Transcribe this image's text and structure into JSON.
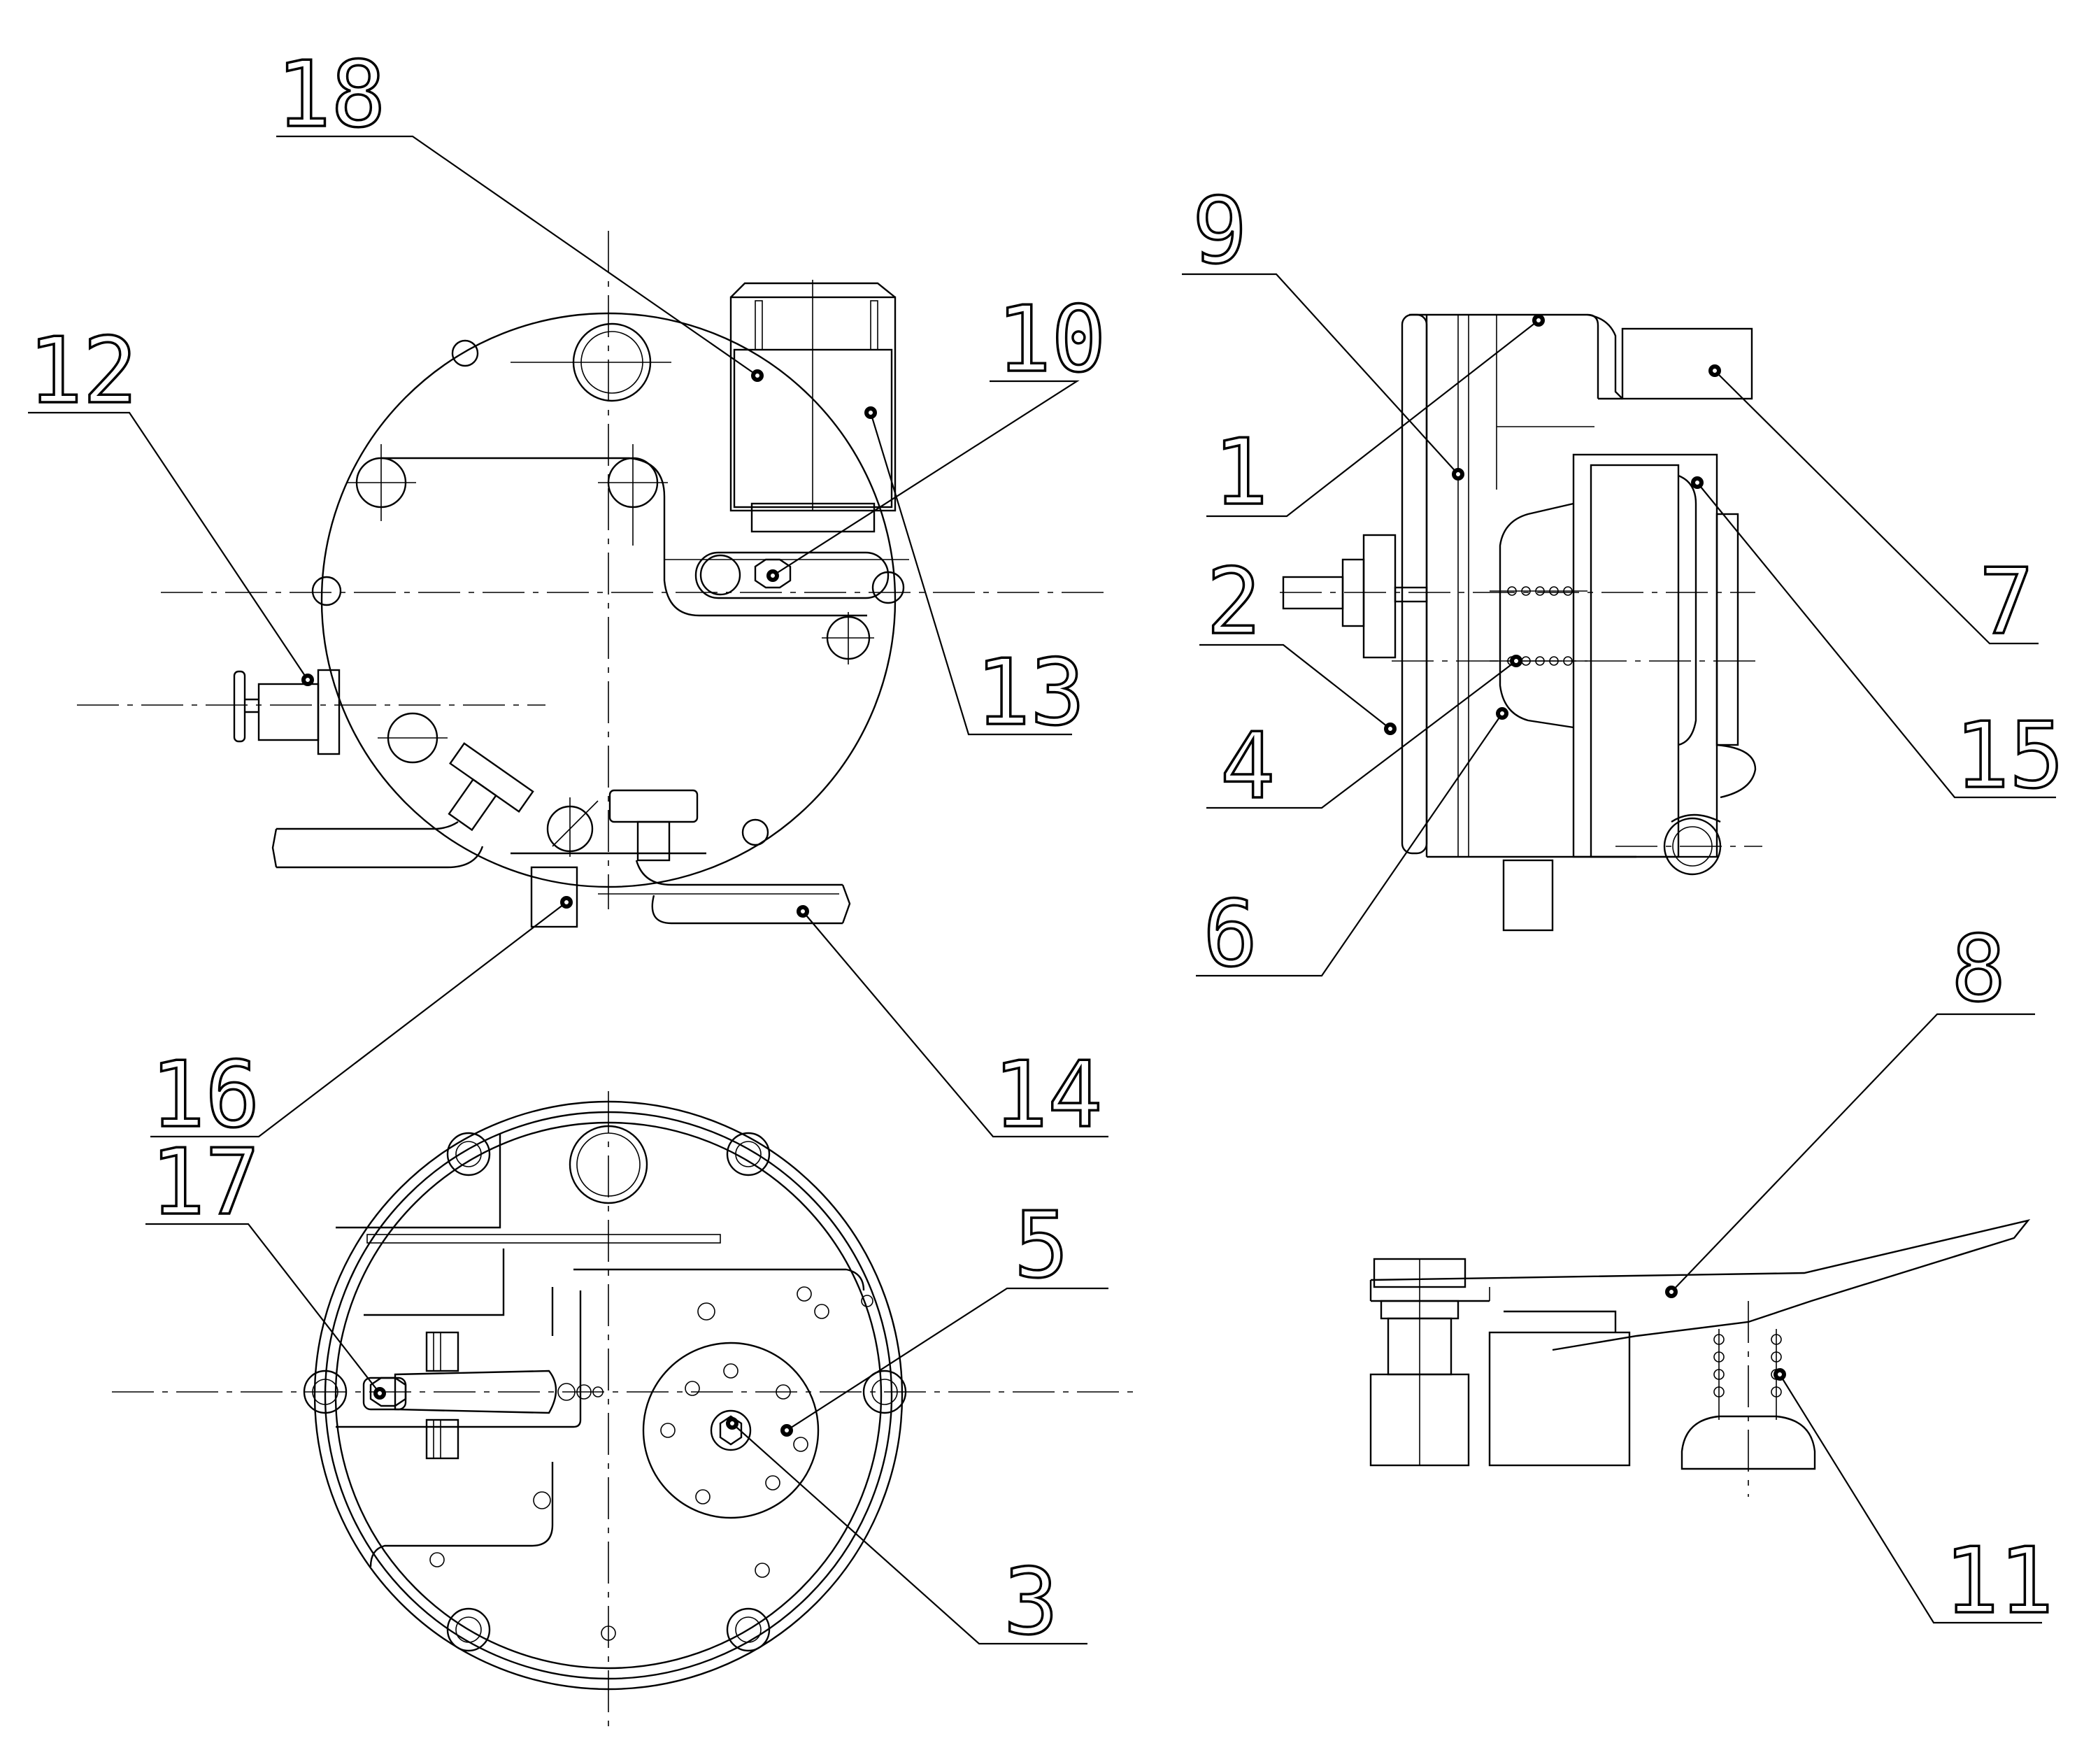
{
  "callouts": [
    {
      "id": "c18",
      "label": "18"
    },
    {
      "id": "c10",
      "label": "10"
    },
    {
      "id": "c12",
      "label": "12"
    },
    {
      "id": "c13",
      "label": "13"
    },
    {
      "id": "c16",
      "label": "16"
    },
    {
      "id": "c14",
      "label": "14"
    },
    {
      "id": "c9",
      "label": "9"
    },
    {
      "id": "c1",
      "label": "1"
    },
    {
      "id": "c2",
      "label": "2"
    },
    {
      "id": "c4",
      "label": "4"
    },
    {
      "id": "c6",
      "label": "6"
    },
    {
      "id": "c7",
      "label": "7"
    },
    {
      "id": "c15",
      "label": "15"
    },
    {
      "id": "c17",
      "label": "17"
    },
    {
      "id": "c5",
      "label": "5"
    },
    {
      "id": "c3",
      "label": "3"
    },
    {
      "id": "c8",
      "label": "8"
    },
    {
      "id": "c11",
      "label": "11"
    }
  ]
}
